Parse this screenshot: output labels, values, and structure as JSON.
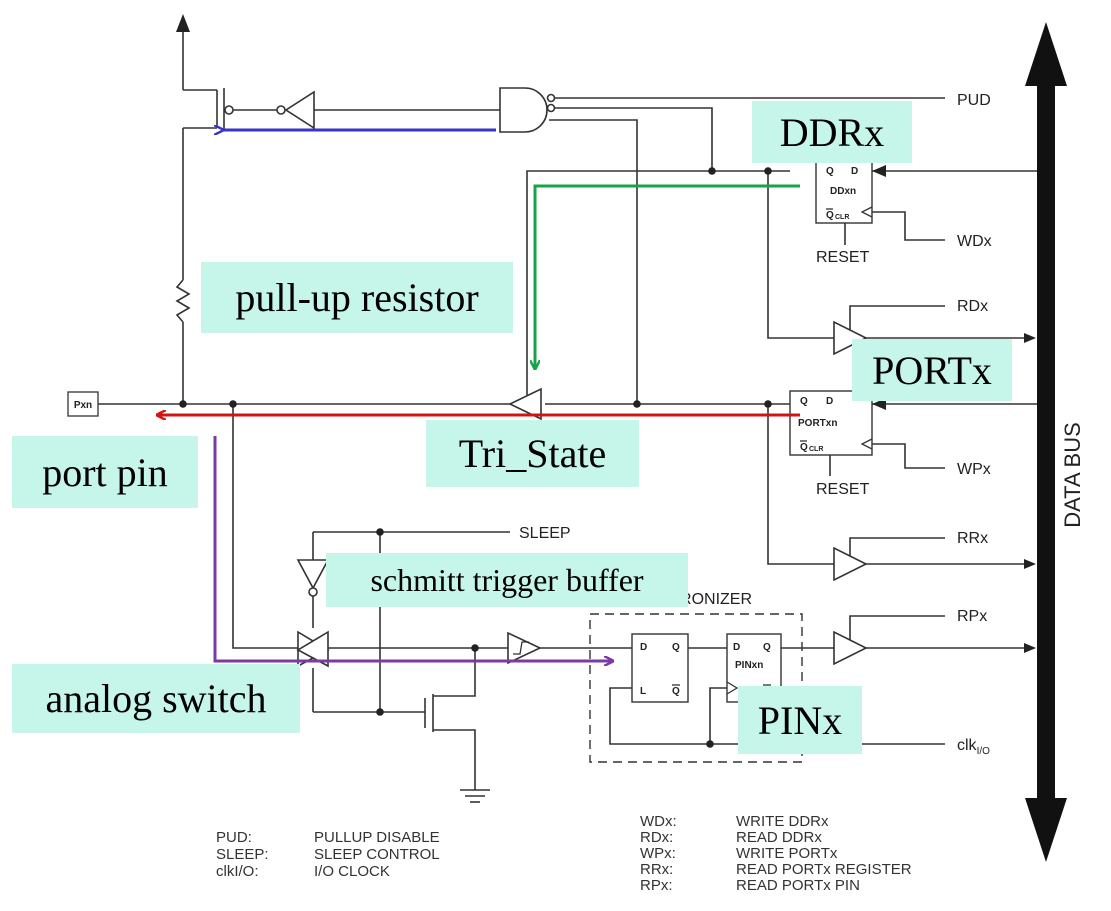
{
  "callouts": {
    "ddrx": "DDRx",
    "pullup": "pull-up resistor",
    "portx": "PORTx",
    "tristate": "Tri_State",
    "portpin": "port pin",
    "schmitt": "schmitt trigger buffer",
    "analog": "analog switch",
    "pinx": "PINx"
  },
  "signals": {
    "pud": "PUD",
    "wdx": "WDx",
    "rdx": "RDx",
    "wpx": "WPx",
    "rrx": "RRx",
    "rpx": "RPx",
    "sleep": "SLEEP",
    "reset1": "RESET",
    "reset2": "RESET",
    "pxn": "Pxn",
    "clkio": "clk",
    "clkio_sub": "I/O",
    "synchronizer": "SYNCHRONIZER",
    "databus": "DATA BUS"
  },
  "flipflops": {
    "ddxn": "DDxn",
    "portxn": "PORTxn",
    "pinxn": "PINxn",
    "q": "Q",
    "d": "D",
    "qbar": "Q",
    "clr": "CLR",
    "l": "L"
  },
  "legend_left": [
    {
      "key": "PUD:",
      "value": "PULLUP DISABLE"
    },
    {
      "key": "SLEEP:",
      "value": "SLEEP CONTROL"
    },
    {
      "key": "clkI/O:",
      "value": "I/O CLOCK"
    }
  ],
  "legend_right": [
    {
      "key": "WDx:",
      "value": "WRITE DDRx"
    },
    {
      "key": "RDx:",
      "value": "READ DDRx"
    },
    {
      "key": "WPx:",
      "value": "WRITE PORTx"
    },
    {
      "key": "RRx:",
      "value": "READ PORTx REGISTER"
    },
    {
      "key": "RPx:",
      "value": "READ PORTx PIN"
    }
  ],
  "colors": {
    "callout_bg": "#c6f5ea",
    "pullup_arrow": "#3636c8",
    "ddr_arrow": "#16a34a",
    "port_arrow": "#d41414",
    "pin_arrow": "#7b3aa8"
  }
}
